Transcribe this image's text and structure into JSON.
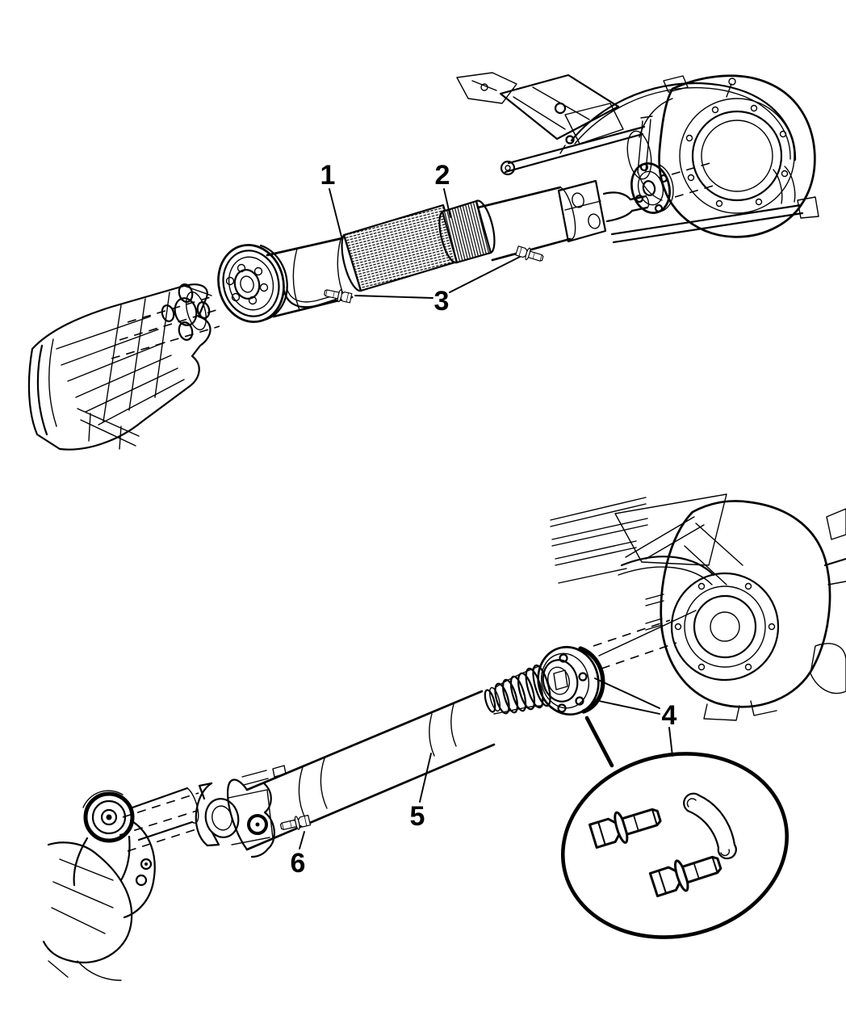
{
  "page": {
    "background_color": "#ffffff",
    "ink_color": "#000000",
    "description_of_visible_text": "numeric part callouts only"
  },
  "upper_view": {
    "callouts": [
      {
        "label": "1"
      },
      {
        "label": "2"
      },
      {
        "label": "3"
      }
    ]
  },
  "lower_view": {
    "callouts": [
      {
        "label": "4"
      },
      {
        "label": "5"
      },
      {
        "label": "6"
      }
    ]
  }
}
